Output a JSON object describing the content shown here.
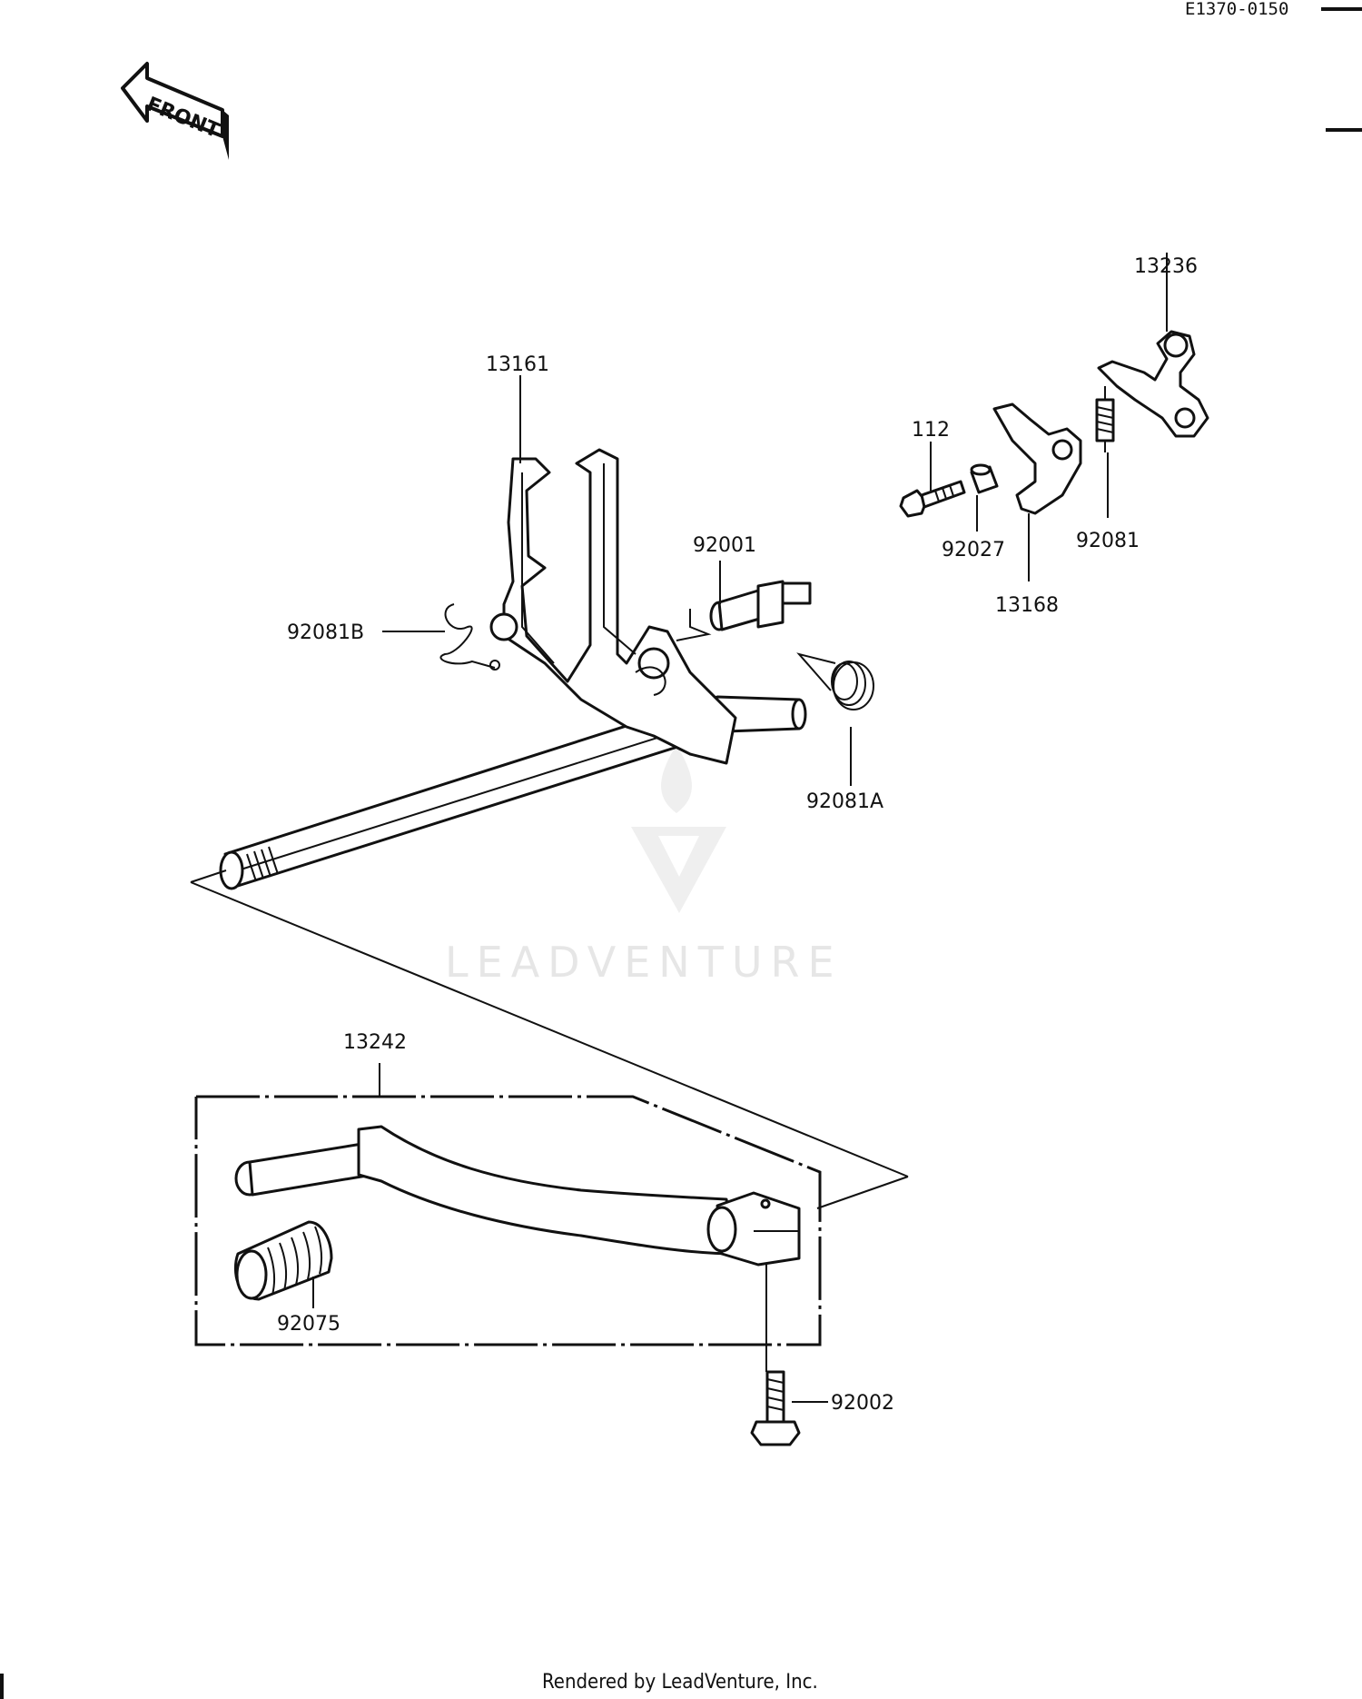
{
  "header": {
    "diagram_code": "E1370-0150"
  },
  "front_indicator": {
    "label": "FRONT"
  },
  "watermark": {
    "text": "LEADVENTURE"
  },
  "parts": [
    {
      "id": "13236",
      "label": "13236"
    },
    {
      "id": "13161",
      "label": "13161"
    },
    {
      "id": "112",
      "label": "112"
    },
    {
      "id": "92001",
      "label": "92001"
    },
    {
      "id": "92027",
      "label": "92027"
    },
    {
      "id": "92081",
      "label": "92081"
    },
    {
      "id": "13168",
      "label": "13168"
    },
    {
      "id": "92081B",
      "label": "92081B"
    },
    {
      "id": "92081A",
      "label": "92081A"
    },
    {
      "id": "13242",
      "label": "13242"
    },
    {
      "id": "92075",
      "label": "92075"
    },
    {
      "id": "92002",
      "label": "92002"
    }
  ],
  "footer": {
    "text": "Rendered by LeadVenture, Inc."
  }
}
